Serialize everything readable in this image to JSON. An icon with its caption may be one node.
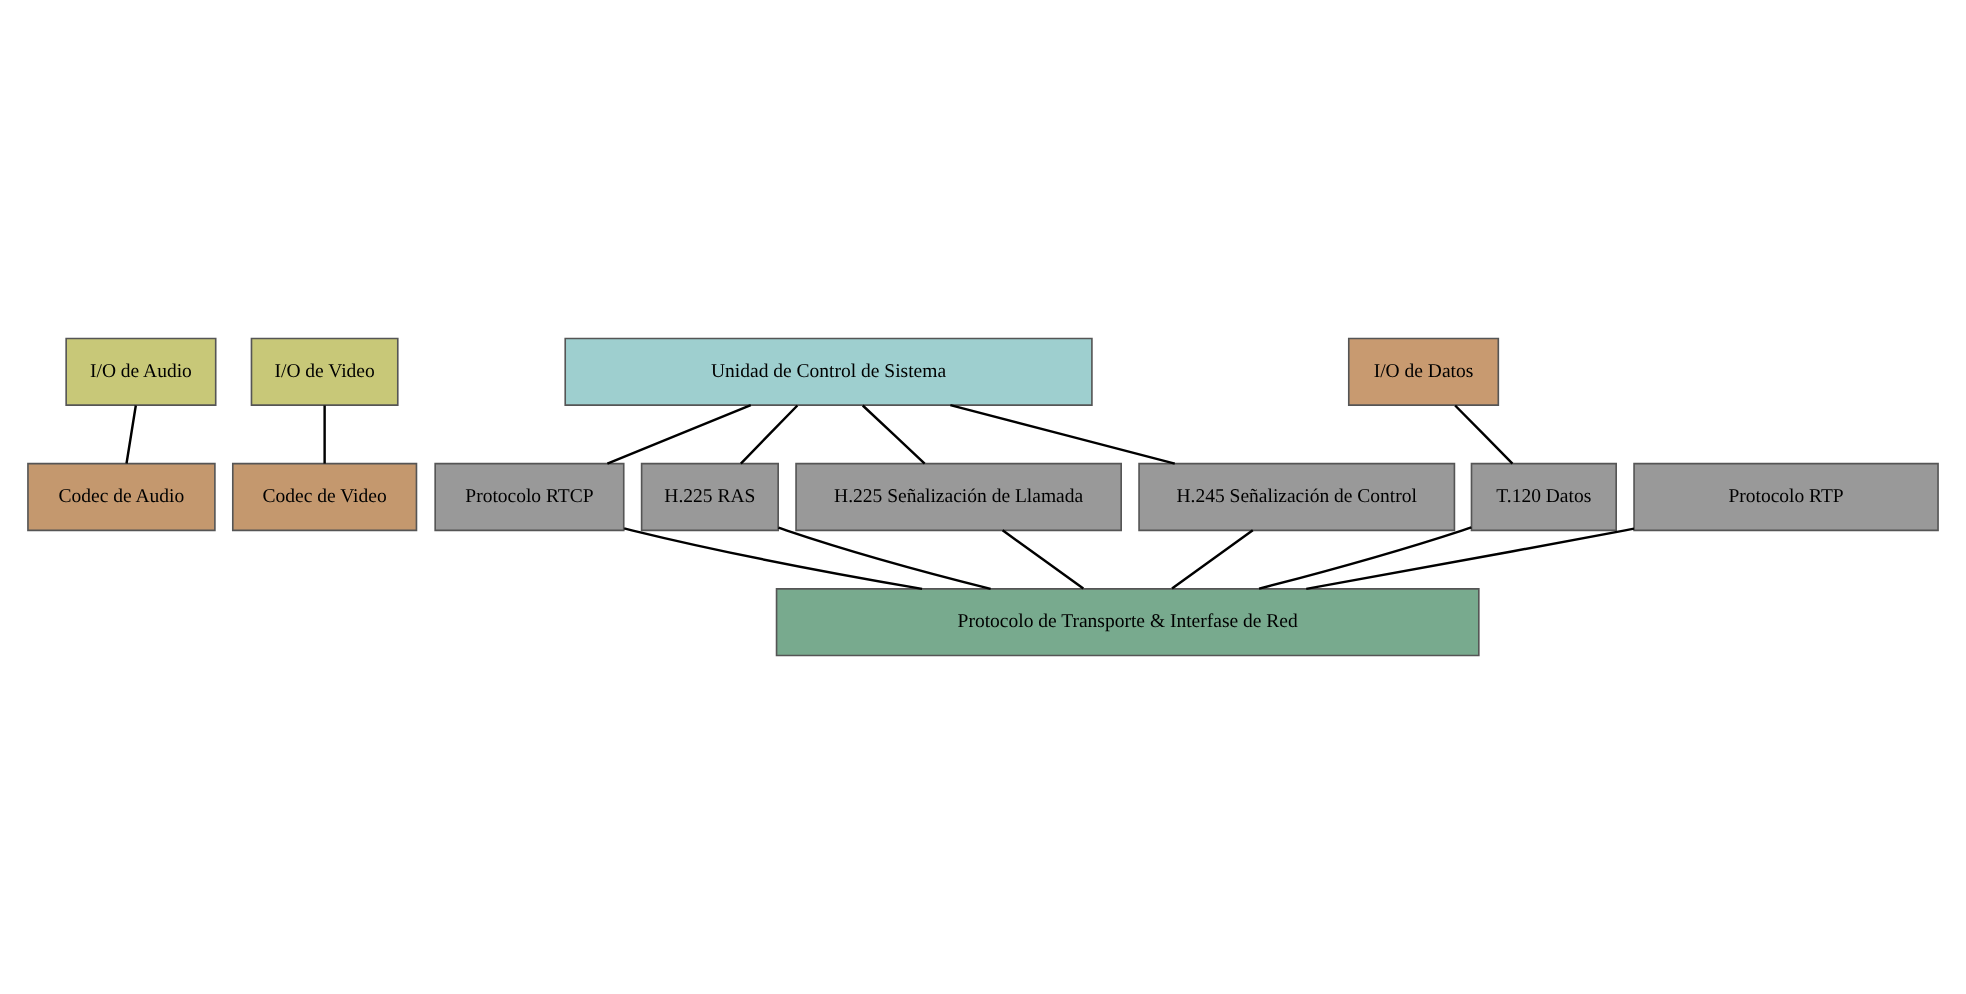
{
  "diagram": {
    "nodes": [
      {
        "text": [
          "I/O de Audio"
        ]
      },
      {
        "text": [
          "I/O de Video"
        ]
      },
      {
        "text": [
          "Unidad de Control de Sistema"
        ]
      },
      {
        "text": [
          "I/O de Datos"
        ]
      },
      {
        "text": [
          "Codec de Audio"
        ]
      },
      {
        "text": [
          "Codec de Video"
        ]
      },
      {
        "text": [
          "Protocolo RTCP"
        ]
      },
      {
        "text": [
          "H.225 RAS"
        ]
      },
      {
        "text": [
          "H.225 Señalización de Llamada"
        ]
      },
      {
        "text": [
          "H.245 Señalización de Control"
        ]
      },
      {
        "text": [
          "T.120 Datos"
        ]
      },
      {
        "text": [
          "Protocolo RTP"
        ]
      },
      {
        "text": [
          "Protocolo de Transporte & Interfase de Red"
        ]
      }
    ],
    "edges": [
      {
        "from": 0,
        "to": 4,
        "arrow": "none"
      },
      {
        "from": 1,
        "to": 5,
        "arrow": "none"
      },
      {
        "from": 2,
        "to": 6,
        "arrow": "none"
      },
      {
        "from": 2,
        "to": 7,
        "arrow": "none"
      },
      {
        "from": 2,
        "to": 8,
        "arrow": "none"
      },
      {
        "from": 2,
        "to": 9,
        "arrow": "none"
      },
      {
        "from": 3,
        "to": 10,
        "arrow": "none"
      },
      {
        "from": 11,
        "to": 12,
        "arrow": "none"
      },
      {
        "from": 6,
        "to": 12,
        "arrow": "none"
      },
      {
        "from": 7,
        "to": 12,
        "arrow": "none"
      },
      {
        "from": 8,
        "to": 12,
        "arrow": "none"
      },
      {
        "from": 9,
        "to": 12,
        "arrow": "none"
      },
      {
        "from": 10,
        "to": 12,
        "arrow": "none"
      }
    ]
  }
}
